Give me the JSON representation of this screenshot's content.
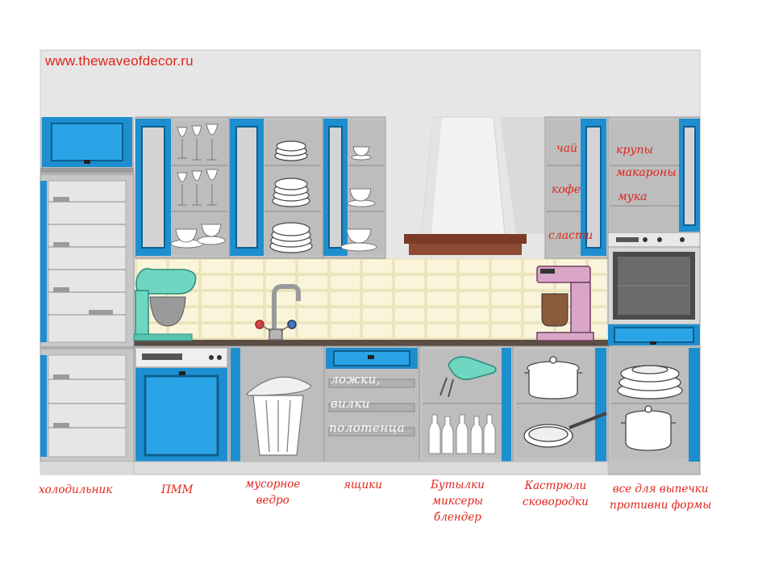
{
  "watermark": "www.thewaveofdecor.ru",
  "colors": {
    "accent_blue": "#1d8fd0",
    "wall": "#e5e5e5",
    "frame": "#b7b7b7",
    "handwriting": "#e0241b",
    "backsplash": "#f3ecc8",
    "hood_shelf": "#7a3a26",
    "counter": "#5b4c44"
  },
  "shelf_labels": {
    "tea": "чай",
    "coffee": "кофе",
    "sweets": "сласти",
    "cereals": "крупы",
    "pasta": "макароны",
    "flour": "мука"
  },
  "drawer_notes": [
    "ложки,",
    "вилки",
    "полотенца"
  ],
  "bottom_labels": {
    "fridge": "холодильник",
    "dishwasher": "ПММ",
    "trash": [
      "мусорное",
      "ведро"
    ],
    "drawers": "ящики",
    "bottles": [
      "Бутылки",
      "миксеры",
      "блендер"
    ],
    "pots": [
      "Кастрюли",
      "сковородки"
    ],
    "baking": [
      "все для выпечки",
      "противни формы"
    ]
  },
  "icons": [
    "mixer-icon",
    "faucet-icon",
    "coffee-maker-icon",
    "hand-mixer-icon",
    "pot-icon",
    "frying-pan-icon",
    "plates-icon",
    "wine-glasses-icon",
    "cups-icon",
    "trash-bin-icon",
    "bottles-icon",
    "oven-icon",
    "range-hood-icon"
  ]
}
